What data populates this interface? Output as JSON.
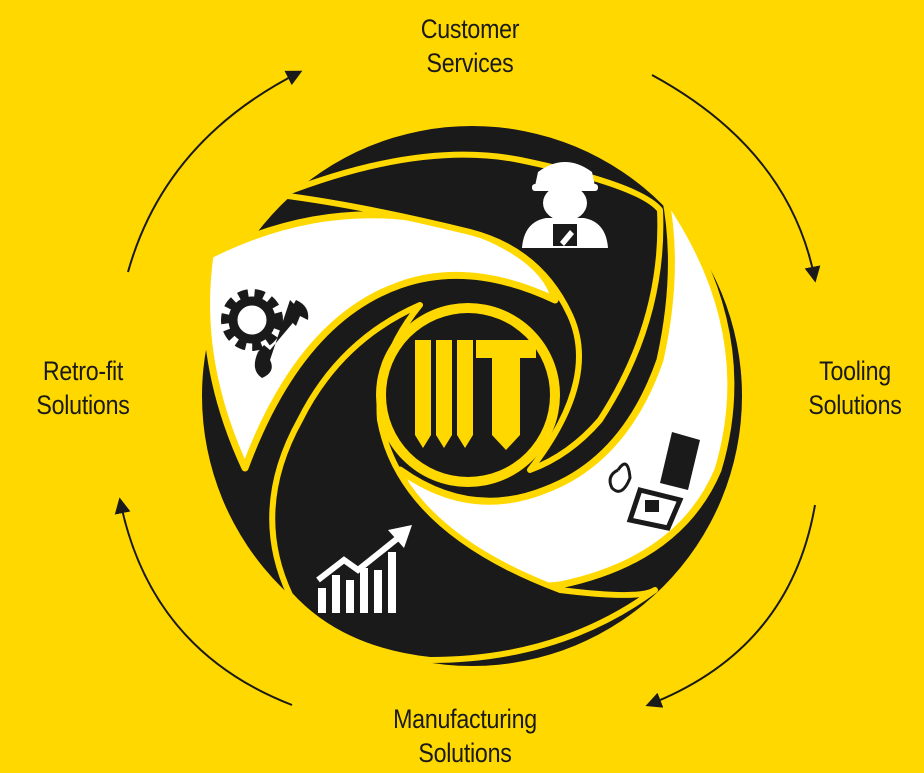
{
  "stages": {
    "customer_services": {
      "line1": "Customer",
      "line2": "Services",
      "icon": "mechanic-icon"
    },
    "tooling_solutions": {
      "line1": "Tooling",
      "line2": "Solutions",
      "icon": "tooling-icon"
    },
    "manufacturing_solutions": {
      "line1": "Manufacturing",
      "line2": "Solutions",
      "icon": "growth-chart-icon"
    },
    "retrofit_solutions": {
      "line1": "Retro-fit",
      "line2": "Solutions",
      "icon": "gear-wrench-icon"
    }
  },
  "center_logo": {
    "icon": "company-logo-icon"
  },
  "colors": {
    "background": "#FFD800",
    "dark": "#1A1A1A",
    "light": "#FFFFFF"
  }
}
